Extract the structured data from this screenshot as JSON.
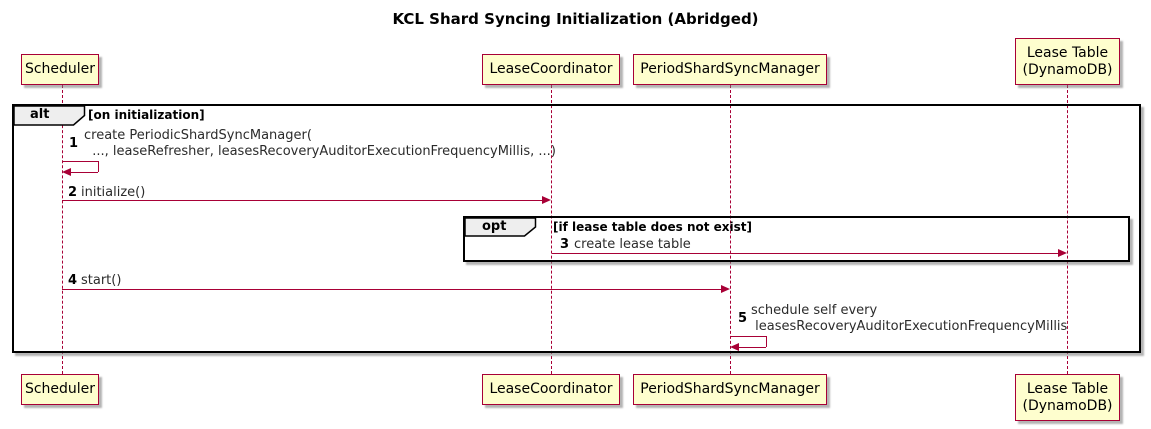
{
  "title": "KCL Shard Syncing Initialization (Abridged)",
  "participants": [
    {
      "name": "Scheduler"
    },
    {
      "name": "LeaseCoordinator"
    },
    {
      "name": "PeriodShardSyncManager"
    },
    {
      "name": "Lease Table\n(DynamoDB)"
    }
  ],
  "frames": {
    "alt": {
      "type_label": "alt",
      "guard": "[on initialization]"
    },
    "opt": {
      "type_label": "opt",
      "guard": "[if lease table does not exist]"
    }
  },
  "messages": [
    {
      "num": "1",
      "kind": "self",
      "from": "Scheduler",
      "to": "Scheduler",
      "text": "create PeriodicShardSyncManager(\n  ..., leaseRefresher, leasesRecoveryAuditorExecutionFrequencyMillis, ...)"
    },
    {
      "num": "2",
      "kind": "sync",
      "from": "Scheduler",
      "to": "LeaseCoordinator",
      "text": "initialize()"
    },
    {
      "num": "3",
      "kind": "sync",
      "from": "LeaseCoordinator",
      "to": "Lease Table (DynamoDB)",
      "text": "create lease table"
    },
    {
      "num": "4",
      "kind": "sync",
      "from": "Scheduler",
      "to": "PeriodShardSyncManager",
      "text": "start()"
    },
    {
      "num": "5",
      "kind": "self",
      "from": "PeriodShardSyncManager",
      "to": "PeriodShardSyncManager",
      "text": "schedule self every\n leasesRecoveryAuditorExecutionFrequencyMillis"
    }
  ],
  "colors": {
    "participant_fill": "#FEFECE",
    "accent_border": "#A80036",
    "frame_border": "#000000",
    "pentagon_fill": "#EEEEEE"
  }
}
